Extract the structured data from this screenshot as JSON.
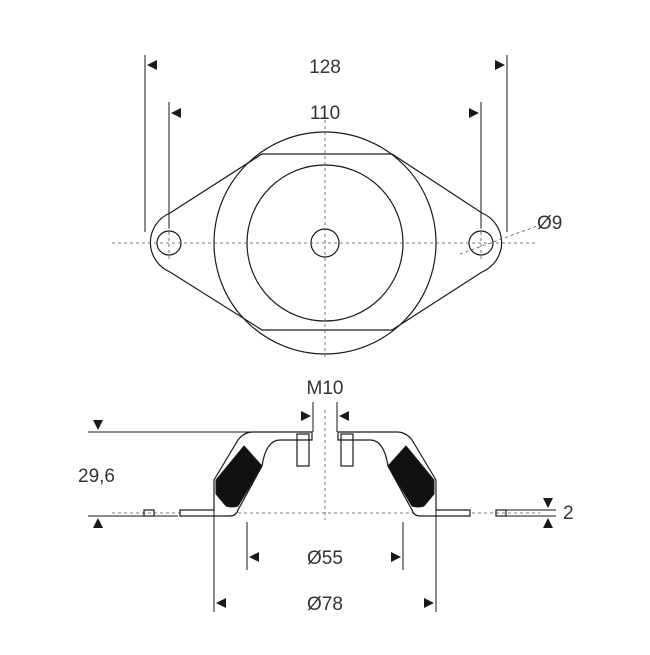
{
  "top_view": {
    "dim_overall": "128",
    "dim_hole_spacing": "110",
    "dim_hole_diameter": "Ø9"
  },
  "side_view": {
    "dim_thread": "M10",
    "dim_height": "29,6",
    "dim_plate_thickness": "2",
    "dim_inner_diameter": "Ø55",
    "dim_outer_diameter": "Ø78"
  },
  "colors": {
    "line": "#1a1a1a",
    "text": "#333333",
    "rubber": "#111111",
    "background": "#ffffff"
  }
}
